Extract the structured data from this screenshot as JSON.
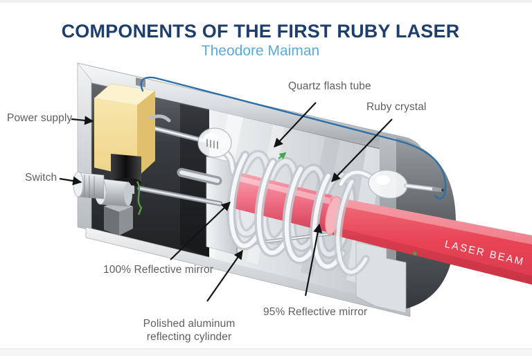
{
  "header": {
    "title": "COMPONENTS OF THE FIRST RUBY LASER",
    "subtitle": "Theodore Maiman"
  },
  "labels": {
    "power_supply": "Power supply",
    "switch": "Switch",
    "quartz_flash_tube": "Quartz flash tube",
    "ruby_crystal": "Ruby crystal",
    "mirror_100": "100% Reflective mirror",
    "polished_aluminum": "Polished aluminum reflecting cylinder",
    "mirror_95": "95% Reflective mirror",
    "laser_beam": "LASER BEAM"
  },
  "colors": {
    "title": "#1e3e6d",
    "subtitle": "#58a9dc",
    "label": "#5d5e60",
    "beam-red": "#e94456",
    "ruby-pink": "#f07287",
    "power-supply-yellow": "#f3dfa0",
    "wire-blue": "#2f6fa8",
    "wire-green": "#5d9b47",
    "wire-yellow": "#d2ab39",
    "arrow-black": "#141414",
    "accent-green": "#3aa84b"
  }
}
